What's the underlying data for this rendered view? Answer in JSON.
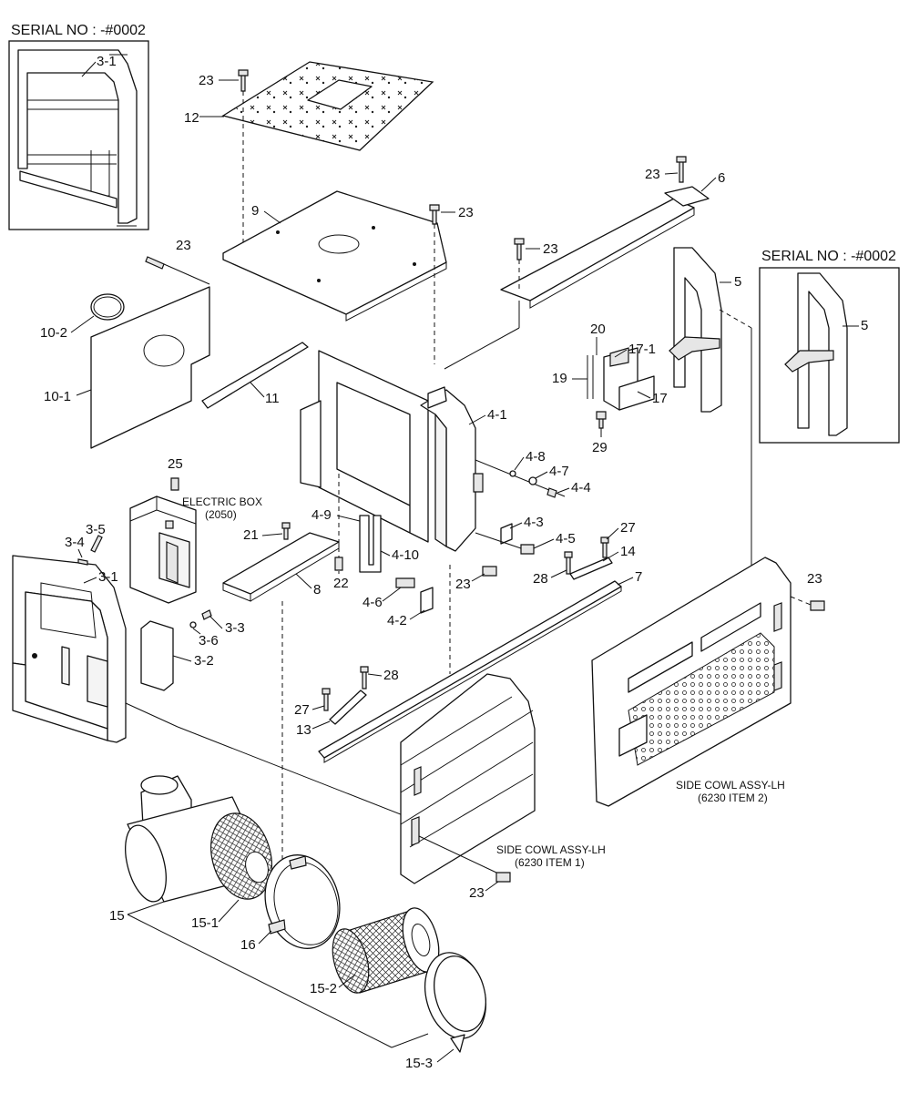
{
  "serial_boxes": [
    {
      "label": "SERIAL NO : -#0002",
      "part": "3-1"
    },
    {
      "label": "SERIAL NO : -#0002",
      "part": "5"
    }
  ],
  "notes": {
    "electric_box": "ELECTRIC BOX",
    "electric_box_ref": "(2050)",
    "cowl_lh_1": "SIDE COWL ASSY-LH",
    "cowl_lh_1_ref": "(6230 ITEM 1)",
    "cowl_lh_2": "SIDE COWL ASSY-LH",
    "cowl_lh_2_ref": "(6230 ITEM 2)"
  },
  "callouts": {
    "c23a": "23",
    "c12": "12",
    "c9": "9",
    "c23b": "23",
    "c23c": "23",
    "c10_2": "10-2",
    "c10_1": "10-1",
    "c11": "11",
    "c23d": "23",
    "c6": "6",
    "c23e": "23",
    "c5": "5",
    "c20": "20",
    "c17_1": "17-1",
    "c19": "19",
    "c17": "17",
    "c29": "29",
    "c4_1": "4-1",
    "c4_8": "4-8",
    "c4_7": "4-7",
    "c4_4": "4-4",
    "c25": "25",
    "c4_9": "4-9",
    "c4_10": "4-10",
    "c4_3": "4-3",
    "c4_5": "4-5",
    "c27a": "27",
    "c14": "14",
    "c21": "21",
    "c3_5": "3-5",
    "c3_4": "3-4",
    "c3_1": "3-1",
    "c22": "22",
    "c8": "8",
    "c23f": "23",
    "c28a": "28",
    "c7": "7",
    "c23g": "23",
    "c4_6": "4-6",
    "c4_2": "4-2",
    "c3_3": "3-3",
    "c3_6": "3-6",
    "c3_2": "3-2",
    "c28b": "28",
    "c27b": "27",
    "c13": "13",
    "c23h": "23",
    "c15": "15",
    "c15_1": "15-1",
    "c16": "16",
    "c15_2": "15-2",
    "c15_3": "15-3"
  }
}
